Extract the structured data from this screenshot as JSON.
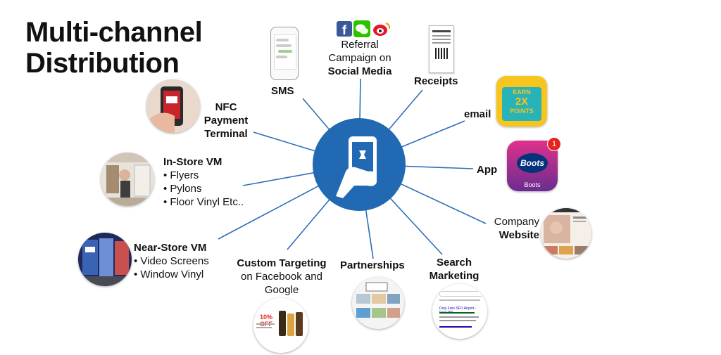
{
  "title_line1": "Multi-channel",
  "title_line2": "Distribution",
  "labels": {
    "sms": "SMS",
    "social_l1": "Referral",
    "social_l2": "Campaign on",
    "social_l3": "Social Media",
    "receipts": "Receipts",
    "email": "email",
    "app": "App",
    "website_l1": "Company",
    "website_l2": "Website",
    "search_l1": "Search",
    "search_l2": "Marketing",
    "partnerships": "Partnerships",
    "custom_l1": "Custom Targeting",
    "custom_l2": "on Facebook and",
    "custom_l3": "Google",
    "nearstore_title": "Near-Store VM",
    "nearstore_items": [
      "Video Screens",
      "Window Vinyl"
    ],
    "instore_title": "In-Store VM",
    "instore_items": [
      "Flyers",
      "Pylons",
      "Floor Vinyl Etc.."
    ],
    "nfc_l1": "NFC",
    "nfc_l2": "Payment",
    "nfc_l3": "Terminal"
  },
  "email_badge": {
    "l1": "EARN",
    "l2": "2X",
    "l3": "POINTS"
  },
  "app_badge": {
    "count": "1",
    "name": "Boots",
    "logo": "Boots"
  },
  "search_ad": "Duty Free SFO Airport - Find 750",
  "custom_ad": "10% OFF",
  "colors": {
    "hub": "#2269b3",
    "spoke": "#2d6fb8",
    "facebook": "#3b5998",
    "wechat": "#2dc100",
    "weibo": "#e6162d",
    "boots_blue": "#05337b",
    "app_grad_top": "#e0318c",
    "app_grad_bottom": "#6a2c91",
    "email_bg": "#f7c51d"
  },
  "icons": [
    "facebook-icon",
    "wechat-icon",
    "weibo-icon",
    "hand-phone-icon"
  ]
}
